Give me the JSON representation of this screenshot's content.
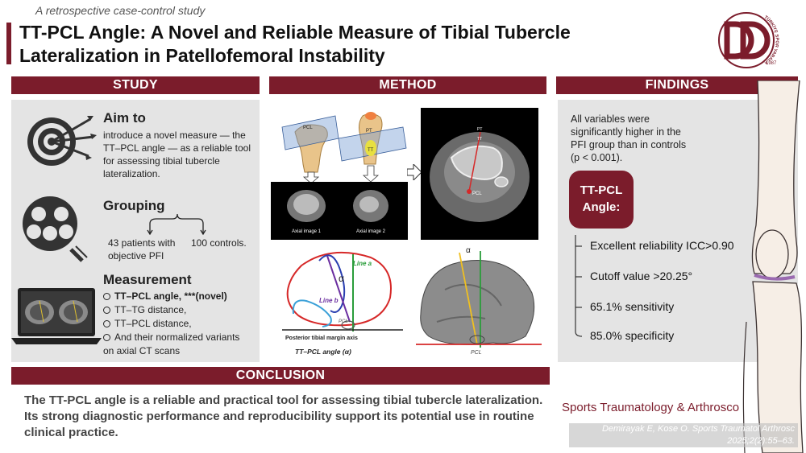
{
  "header": {
    "eyebrow": "A retrospective case-control study",
    "title_line1": "TT-PCL Angle: A Novel and Reliable Measure of Tibial Tubercle",
    "title_line2": "Lateralization in Patellofemoral Instability"
  },
  "logo": {
    "year": "1987",
    "ring_text": "TÜRKİYE SPOR YARALANMALARI ARTROSKOPİ VE DİZ CERRAHİSİ DERNEĞİ"
  },
  "study": {
    "header": "STUDY",
    "aim_title": "Aim to",
    "aim_text": "introduce a novel measure — the TT–PCL angle — as a reliable tool for assessing tibial tubercle lateralization.",
    "grouping_title": "Grouping",
    "group_a": "43 patients with objective PFI",
    "group_b": "100 controls.",
    "measurement_title": "Measurement",
    "measurements": [
      "TT–PCL angle, ***(novel)",
      "TT–TG distance,",
      "TT–PCL distance,",
      "And their normalized variants"
    ],
    "measurement_tail": "on axial CT scans"
  },
  "method": {
    "header": "METHOD",
    "pcl_label": "PCL",
    "pt_label": "PT",
    "tt_label": "TT",
    "axial1": "Axial image 1",
    "axial2": "Axial image 2",
    "line_a": "Line a",
    "line_b": "Line b",
    "alpha": "α",
    "axis_label": "Posterior tibial margin axis",
    "angle_caption": "TT–PCL angle (α)"
  },
  "findings": {
    "header": "FINDINGS",
    "intro": "All variables were significantly higher in the PFI group than in controls (p < 0.001).",
    "badge_line1": "TT-PCL",
    "badge_line2": "Angle:",
    "items": [
      "Excellent reliability ICC>0.90",
      "Cutoff value  >20.25°",
      "65.1% sensitivity",
      "85.0% specificity"
    ]
  },
  "conclusion": {
    "header": "CONCLUSION",
    "text": "The TT-PCL angle is a reliable and practical tool for assessing tibial tubercle lateralization.  Its strong diagnostic performance and reproducibility support its potential use in routine clinical practice."
  },
  "footer": {
    "journal": "Sports Traumatology & Arthrosco",
    "cite1": "Demirayak E, Kose O.  Sports Traumatol Arthrosc",
    "cite2": "2025;2(2):55–63."
  },
  "colors": {
    "maroon": "#7b1c2b",
    "panel": "#e4e4e4",
    "green_line": "#2a9d3a",
    "red_line": "#d62828",
    "purple_line": "#6b2fa0"
  }
}
